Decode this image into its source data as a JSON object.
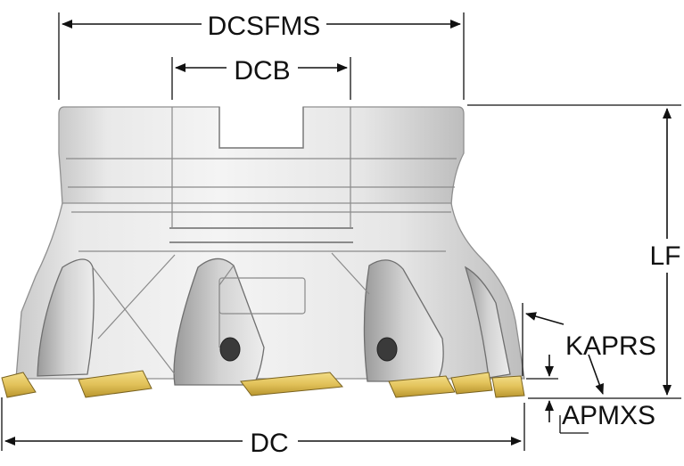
{
  "labels": {
    "dcsfms": "DCSFMS",
    "dcb": "DCB",
    "lf": "LF",
    "kaprs": "KAPRS",
    "apmxs": "APMXS",
    "dc": "DC"
  },
  "colors": {
    "body_light": "#f2f2f2",
    "body_mid": "#d9d9d9",
    "body_dark": "#a9a9a9",
    "insert_gold": "#e2c25a",
    "insert_dark": "#b8952e",
    "line": "#111111"
  }
}
